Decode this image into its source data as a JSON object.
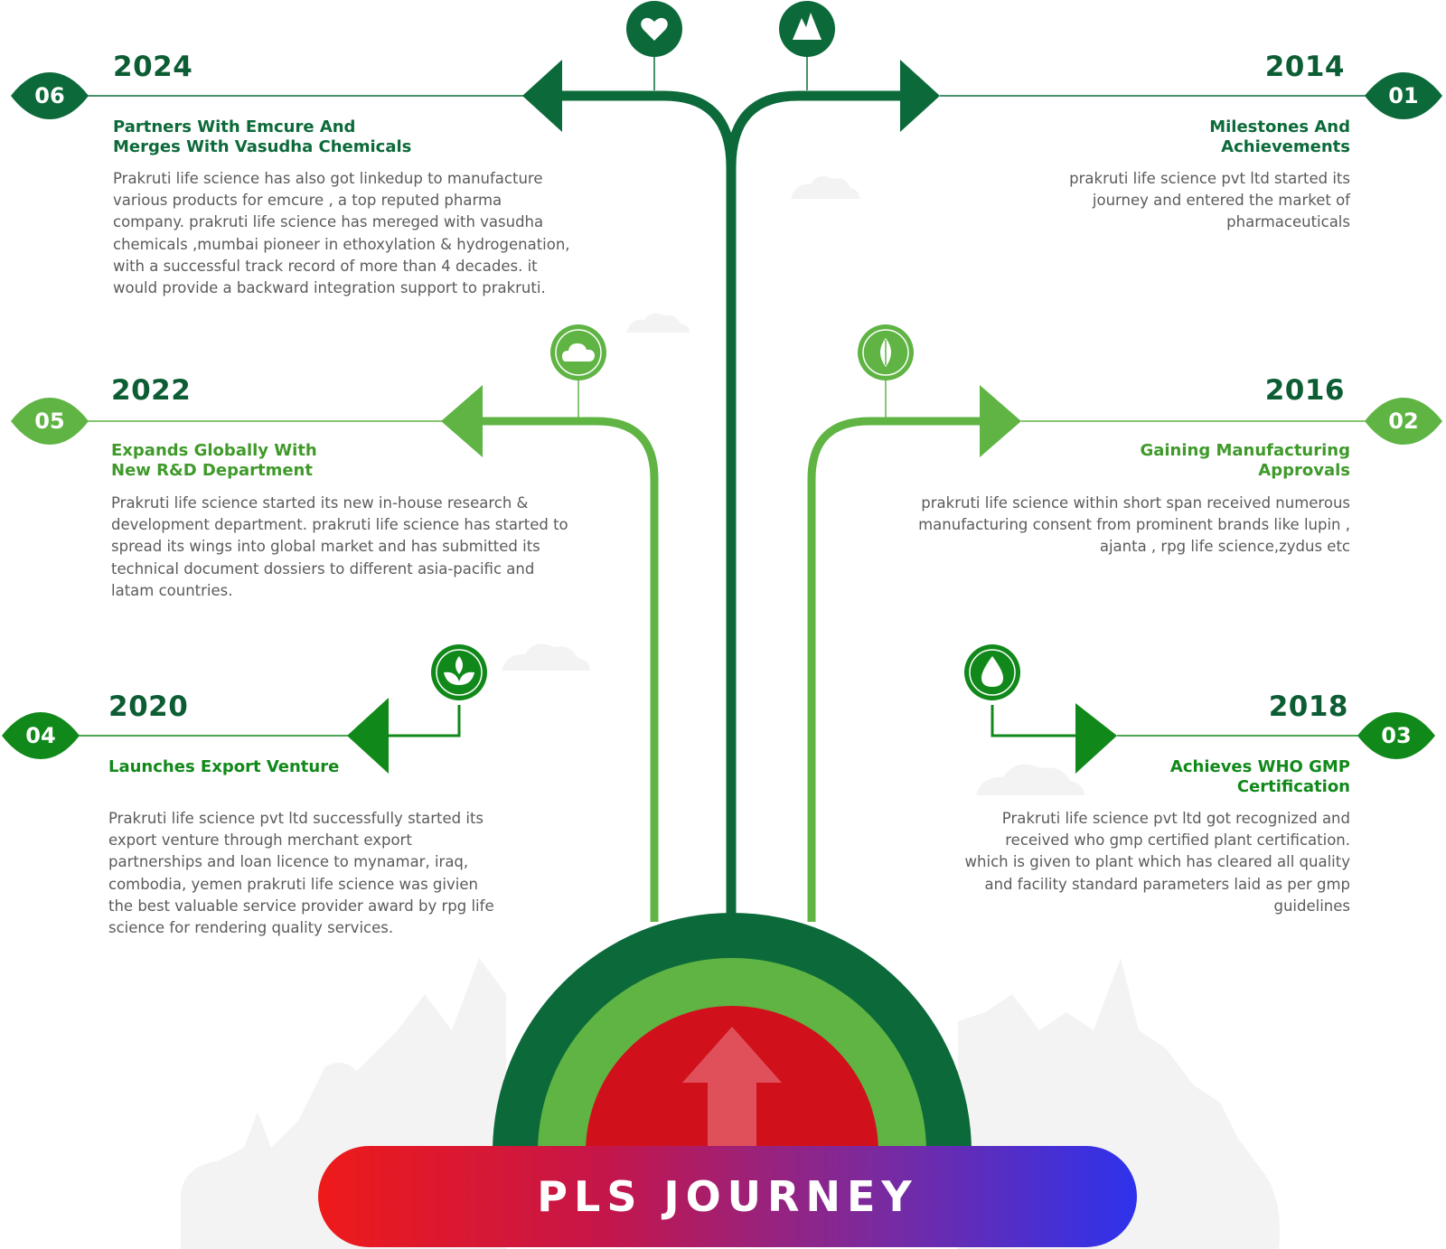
{
  "banner": {
    "text": "PLS JOURNEY"
  },
  "colors": {
    "dark_green": "#0c6a3a",
    "mid_green": "#5fb444",
    "green": "#11891a",
    "red": "#d0101a",
    "arrow_pink": "#e0505a",
    "text_gray": "#5b5b5b"
  },
  "milestones": [
    {
      "number": "01",
      "year": "2014",
      "title_lines": [
        "Milestones And",
        "Achievements"
      ],
      "description_lines": [
        "prakruti life science pvt ltd started its",
        "journey and entered the market of",
        "pharmaceuticals"
      ],
      "icon": "mountain-icon"
    },
    {
      "number": "02",
      "year": "2016",
      "title_lines": [
        "Gaining Manufacturing",
        "Approvals"
      ],
      "description_lines": [
        "prakruti life science within short span received numerous",
        "manufacturing consent from prominent brands like lupin ,",
        "ajanta , rpg life science,zydus etc"
      ],
      "icon": "leaf-icon"
    },
    {
      "number": "03",
      "year": "2018",
      "title_lines": [
        "Achieves WHO GMP",
        "Certification"
      ],
      "description_lines": [
        "Prakruti life science pvt ltd got recognized and",
        "received who gmp certified plant certification.",
        "which is given to plant which has cleared all quality",
        "and facility standard parameters laid as per gmp",
        "guidelines"
      ],
      "icon": "water-drop-icon"
    },
    {
      "number": "04",
      "year": "2020",
      "title_lines": [
        "Launches Export Venture"
      ],
      "description_lines": [
        "Prakruti life science pvt ltd successfully started its",
        "export venture through merchant export",
        "partnerships and loan licence to mynamar, iraq,",
        "combodia, yemen prakruti life science was givien",
        "the best valuable service provider award by rpg life",
        "science for rendering quality services."
      ],
      "icon": "sprout-icon"
    },
    {
      "number": "05",
      "year": "2022",
      "title_lines": [
        "Expands Globally With",
        "New R&D Department"
      ],
      "description_lines": [
        "Prakruti life science started its new in-house research &",
        "development department. prakruti life science has started to",
        "spread its wings into global market and has submitted its",
        "technical document dossiers to different asia-pacific and",
        "latam countries."
      ],
      "icon": "cloud-icon"
    },
    {
      "number": "06",
      "year": "2024",
      "title_lines": [
        "Partners With Emcure And",
        "Merges With Vasudha Chemicals"
      ],
      "description_lines": [
        "Prakruti life science has also got linkedup to manufacture",
        "various products for emcure , a top reputed pharma",
        "company. prakruti life science has mereged with vasudha",
        "chemicals ,mumbai pioneer in ethoxylation & hydrogenation,",
        "with a successful track record of more than 4 decades. it",
        "would provide a backward integration support to prakruti."
      ],
      "icon": "heart-icon"
    }
  ]
}
